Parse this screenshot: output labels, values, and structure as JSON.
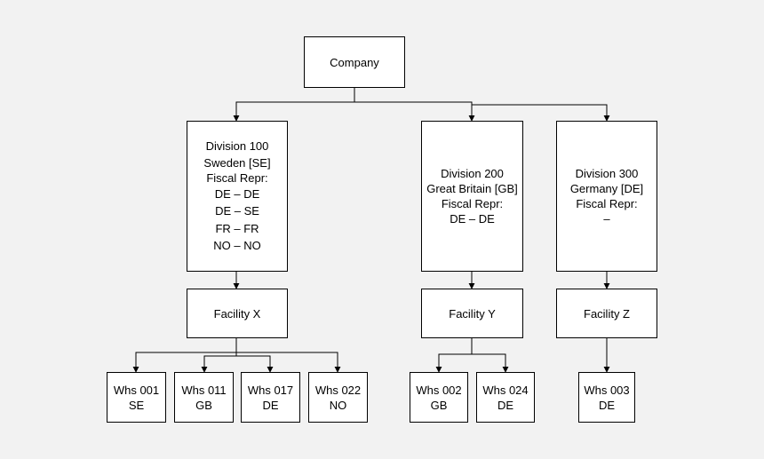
{
  "company": {
    "label": "Company"
  },
  "divisions": [
    {
      "lines": [
        "Division 100",
        "Sweden [SE]",
        "Fiscal Repr:"
      ],
      "fiscal": [
        "DE – DE",
        "DE – SE",
        "FR – FR",
        "NO – NO"
      ]
    },
    {
      "lines": [
        "Division 200",
        "Great Britain [GB]",
        "Fiscal Repr:"
      ],
      "fiscal": [
        "DE – DE"
      ]
    },
    {
      "lines": [
        "Division 300",
        "Germany [DE]",
        "Fiscal Repr:"
      ],
      "fiscal": [
        "–"
      ]
    }
  ],
  "facilities": [
    {
      "label": "Facility X"
    },
    {
      "label": "Facility Y"
    },
    {
      "label": "Facility Z"
    }
  ],
  "warehouses": [
    {
      "code": "Whs 001",
      "country": "SE"
    },
    {
      "code": "Whs 011",
      "country": "GB"
    },
    {
      "code": "Whs 017",
      "country": "DE"
    },
    {
      "code": "Whs 022",
      "country": "NO"
    },
    {
      "code": "Whs 002",
      "country": "GB"
    },
    {
      "code": "Whs 024",
      "country": "DE"
    },
    {
      "code": "Whs 003",
      "country": "DE"
    }
  ]
}
